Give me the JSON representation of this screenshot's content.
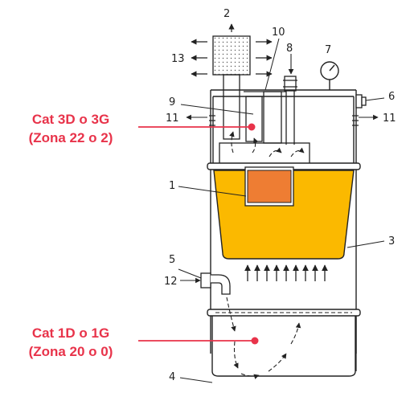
{
  "labels": {
    "l1": "1",
    "l2": "2",
    "l3": "3",
    "l4": "4",
    "l5": "5",
    "l6": "6",
    "l7": "7",
    "l8": "8",
    "l9": "9",
    "l10": "10",
    "l11a": "11",
    "l11b": "11",
    "l12": "12",
    "l13": "13"
  },
  "zones": {
    "upper_line1": "Cat 3D o 3G",
    "upper_line2": "(Zona 22 o 2)",
    "lower_line1": "Cat 1D o 1G",
    "lower_line2": "(Zona 20 o 0)"
  },
  "colors": {
    "accent": "#e8334a",
    "hopper": "#fbb900",
    "core": "#ee7d33",
    "line": "#222222"
  }
}
